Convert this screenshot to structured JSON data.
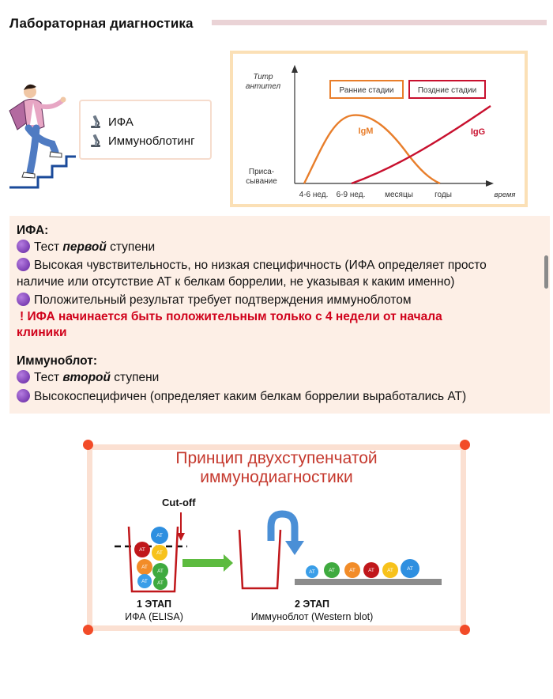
{
  "header": {
    "title": "Лабораторная диагностика"
  },
  "methods": [
    {
      "icon": "microscope-icon",
      "label": "ИФА"
    },
    {
      "icon": "microscope-icon",
      "label": "Иммуноблотинг"
    }
  ],
  "chart_data": {
    "type": "line",
    "ylabel": "Титр антител",
    "y_low_label": "Приса-сывание",
    "xlabel": "время",
    "x_ticks": [
      "4-6 нед.",
      "6-9 нед.",
      "месяцы",
      "годы"
    ],
    "legend": [
      "Ранние стадии",
      "Поздние стадии"
    ],
    "series": [
      {
        "name": "IgM",
        "color": "#e87e2b"
      },
      {
        "name": "IgG",
        "color": "#c8102e"
      }
    ]
  },
  "ifa": {
    "heading": "ИФА:",
    "line1_pre": "Тест ",
    "line1_em": "первой",
    "line1_post": " ступени",
    "line2a": "Высокая чувствительность, но низкая специфичность (ИФА определяет просто",
    "line2b": "наличие или отсутствие АТ к белкам боррелии, не указывая к каким именно)",
    "line3": "Положительный результат требует подтверждения иммуноблотом",
    "warn_a": "! ИФА начинается быть положительным только с 4 недели от начала",
    "warn_b": "клиники"
  },
  "blot": {
    "heading": "Иммуноблот:",
    "line1_pre": "Тест ",
    "line1_em": "второй",
    "line1_post": " ступени",
    "line2": "Высокоспецифичен (определяет каким белкам боррелии выработались АТ)"
  },
  "diagram": {
    "title_line1": "Принцип двухступенчатой",
    "title_line2": "иммунодиагностики",
    "cutoff": "Cut-off",
    "ball_label": "AT",
    "stage1_num": "1 ЭТАП",
    "stage1_name": "ИФА (ELISA)",
    "stage2_num": "2 ЭТАП",
    "stage2_name": "Иммуноблот (Western blot)",
    "colors": {
      "orange": "#f28c28",
      "red": "#e02424",
      "green": "#3faa3f",
      "blue": "#2e8fe0",
      "yellow": "#f7c21b",
      "lightblue": "#3a9ee8"
    }
  }
}
